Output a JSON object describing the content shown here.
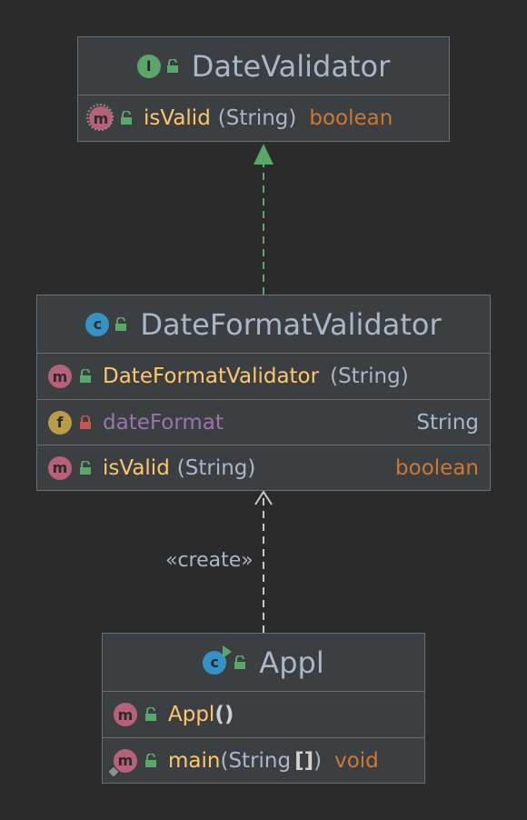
{
  "colors": {
    "background": "#2b2b2b",
    "box": "#3c3f41",
    "method_name": "#ffc66d",
    "field_name": "#9876aa",
    "return_type": "#cc7832",
    "type": "#a9b7c6",
    "arrow_realization": "#59a869",
    "arrow_dependency": "#c8c8c8"
  },
  "date_validator": {
    "kind_icon": "I",
    "title": "DateValidator",
    "methods": [
      {
        "icon": "m",
        "name": "isValid",
        "params": "(String)",
        "return": "boolean"
      }
    ]
  },
  "date_format_validator": {
    "kind_icon": "c",
    "title": "DateFormatValidator",
    "constructor": {
      "icon": "m",
      "name": "DateFormatValidator",
      "params": "(String)"
    },
    "field": {
      "icon": "f",
      "name": "dateFormat",
      "type": "String"
    },
    "method": {
      "icon": "m",
      "name": "isValid",
      "params": "(String)",
      "return": "boolean"
    }
  },
  "appl": {
    "kind_icon": "c",
    "title": "Appl",
    "constructor": {
      "icon": "m",
      "name": "Appl",
      "params": "()"
    },
    "method": {
      "icon": "m",
      "name": "main",
      "param_type": "String",
      "param_brackets": "[]",
      "return": "void"
    }
  },
  "create_label": "«create»"
}
